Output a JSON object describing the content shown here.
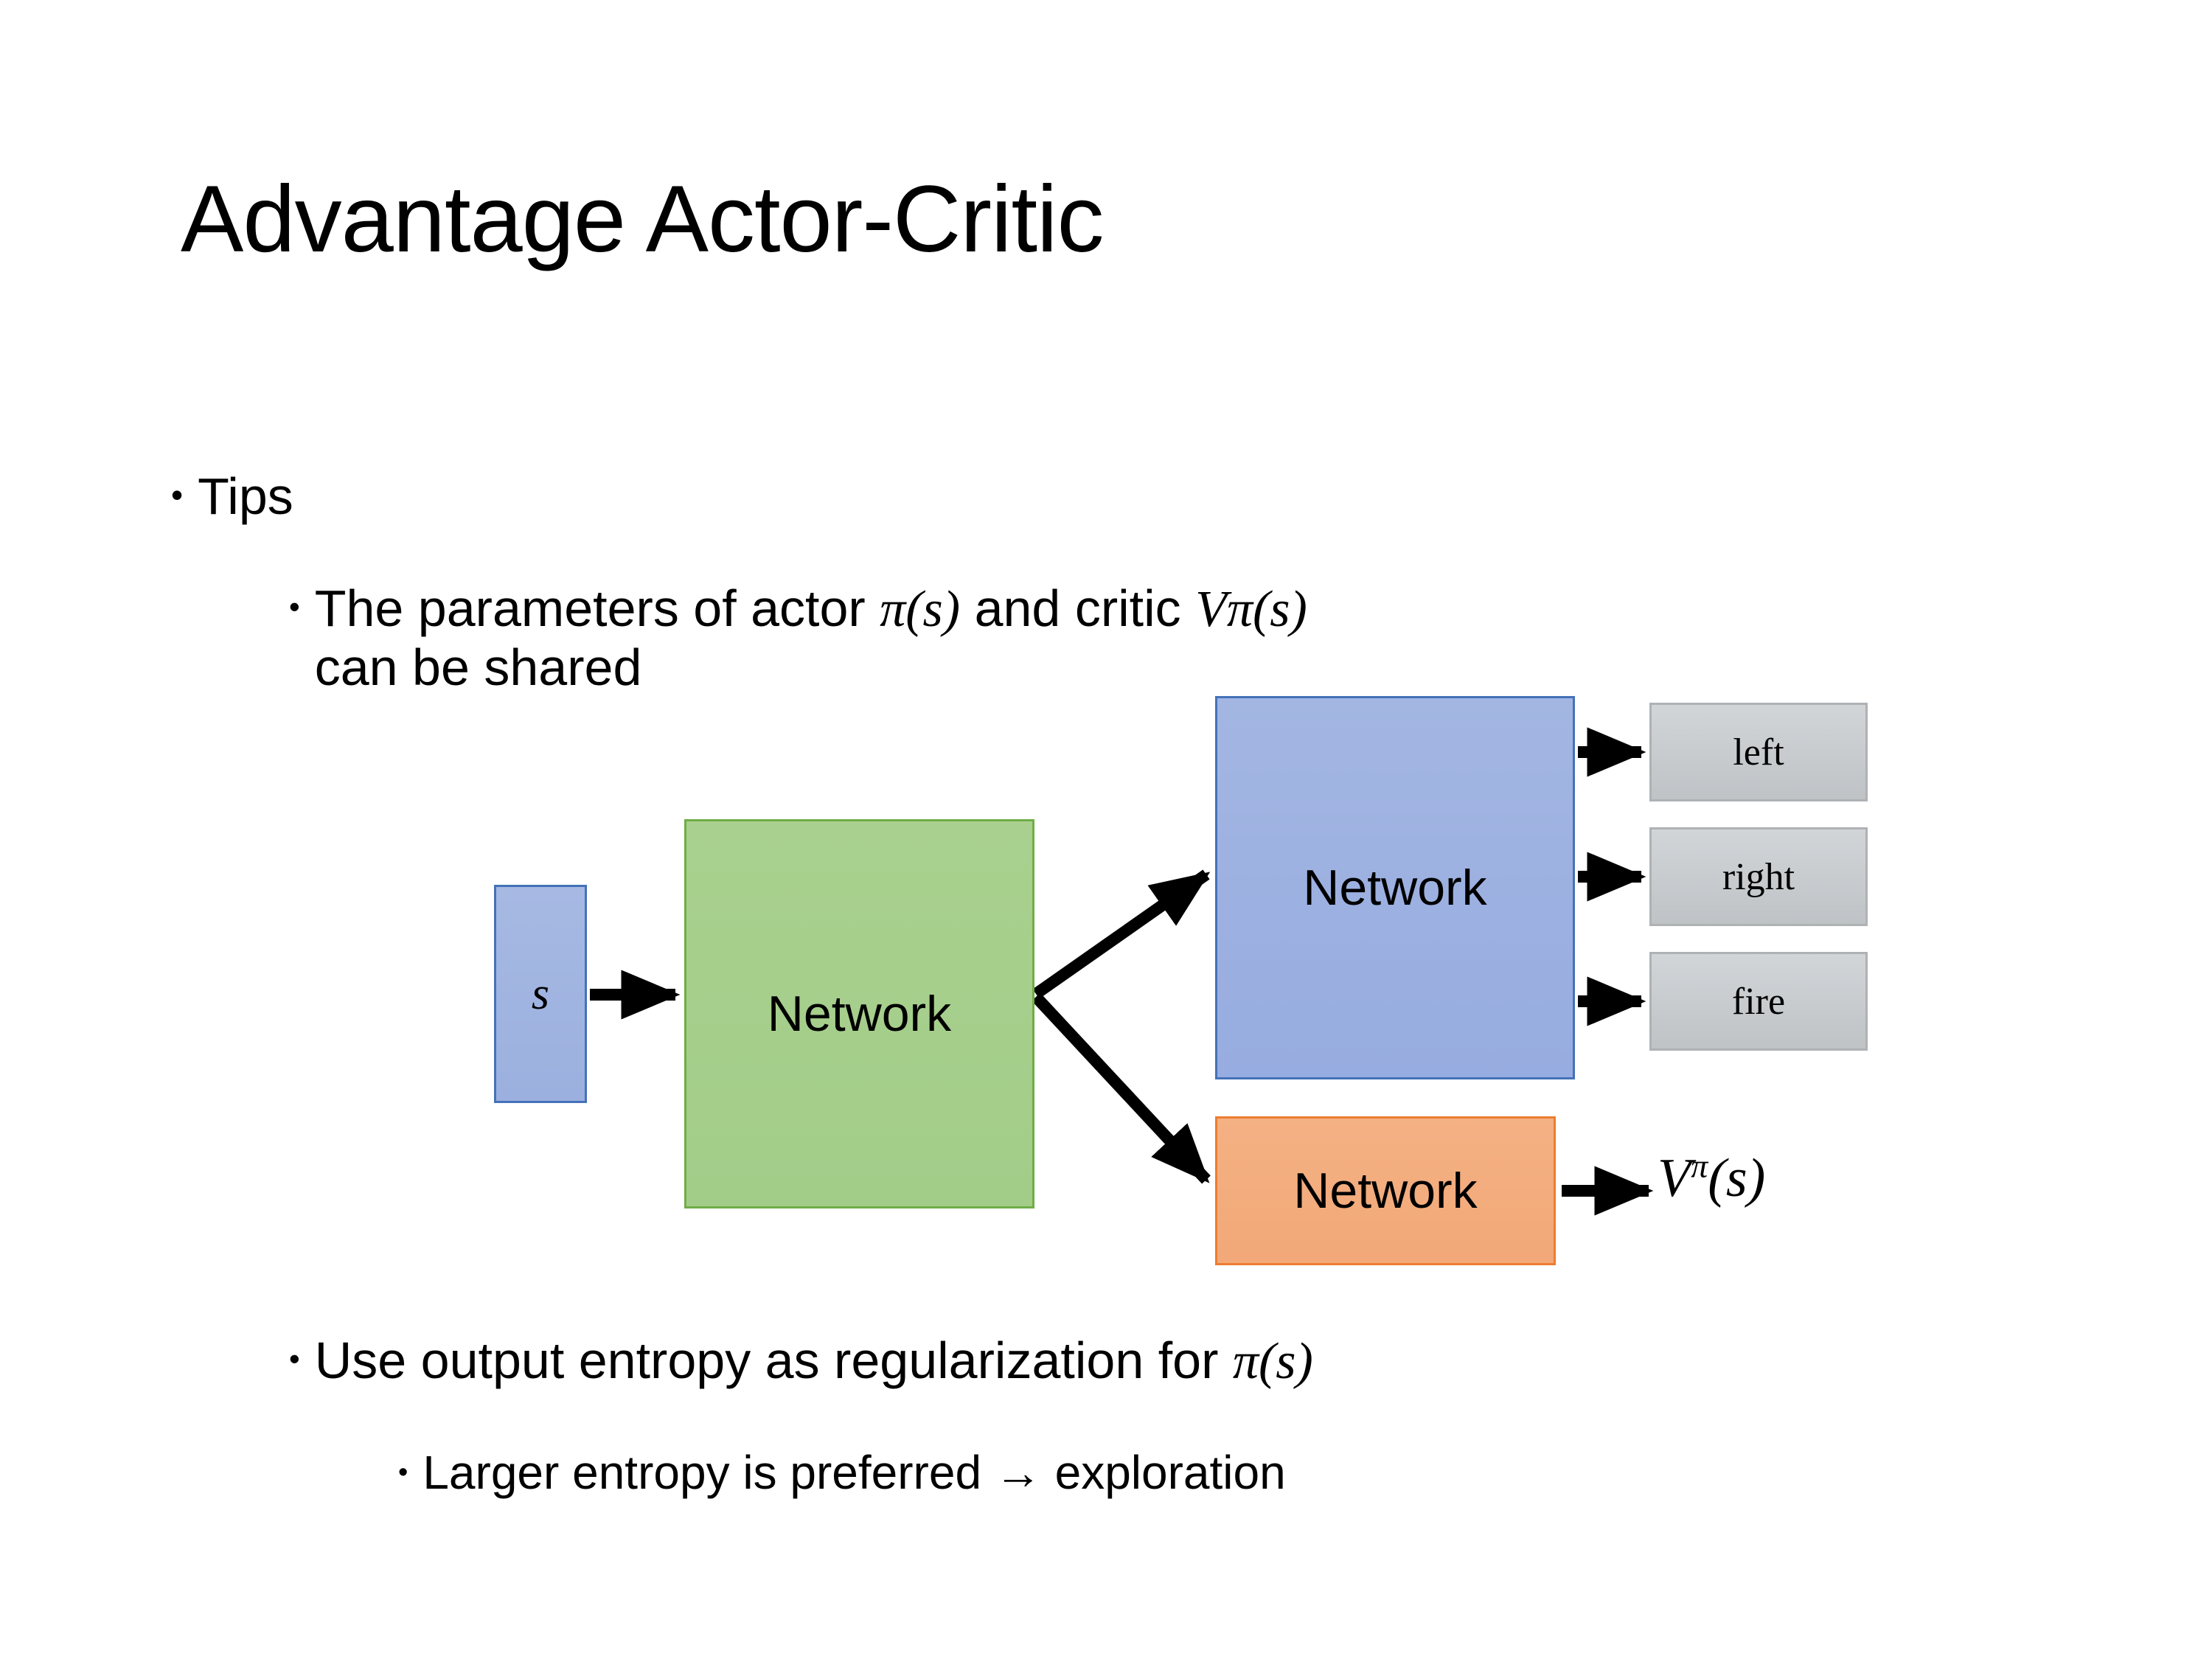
{
  "slide": {
    "title": "Advantage Actor-Critic",
    "background_color": "#ffffff",
    "text_color": "#000000"
  },
  "bullets": {
    "tips": {
      "marker": "•",
      "text": "Tips"
    },
    "shared": {
      "marker": "•",
      "text_part1": "The parameters of actor ",
      "math_actor_pi": "π",
      "math_actor_arg": "(s)",
      "text_part2": "  and critic ",
      "math_critic_V": "V",
      "math_critic_sup": "π",
      "math_critic_arg": "(s)",
      "text_part3": "can be shared",
      "full_text": "The parameters of actor π(s)  and critic Vπ(s) can be shared"
    },
    "entropy": {
      "marker": "•",
      "text_part1": "Use output entropy as regularization for ",
      "math_pi": "π",
      "math_arg": "(s)",
      "full_text": "Use output entropy as regularization for π(s)"
    },
    "larger": {
      "marker": "•",
      "text": "Larger entropy is preferred → exploration"
    }
  },
  "diagram": {
    "state_node": {
      "label": "s",
      "fill": "#9fb3df",
      "stroke": "#4472b8"
    },
    "shared_network": {
      "label": "Network",
      "fill": "#a9d08e",
      "stroke": "#70ad47"
    },
    "actor_network": {
      "label": "Network",
      "fill": "#9fb3df",
      "stroke": "#4472b8"
    },
    "critic_network": {
      "label": "Network",
      "fill": "#f4b183",
      "stroke": "#ed7d31"
    },
    "action_outputs": [
      {
        "label": "left",
        "fill": "#c9ccd0",
        "stroke": "#aeb2b5"
      },
      {
        "label": "right",
        "fill": "#c9ccd0",
        "stroke": "#aeb2b5"
      },
      {
        "label": "fire",
        "fill": "#c9ccd0",
        "stroke": "#aeb2b5"
      }
    ],
    "critic_output": {
      "base": "V",
      "superscript": "π",
      "argument": "(s)",
      "full_text": "Vπ(s)"
    },
    "arrow_color": "#000000"
  }
}
